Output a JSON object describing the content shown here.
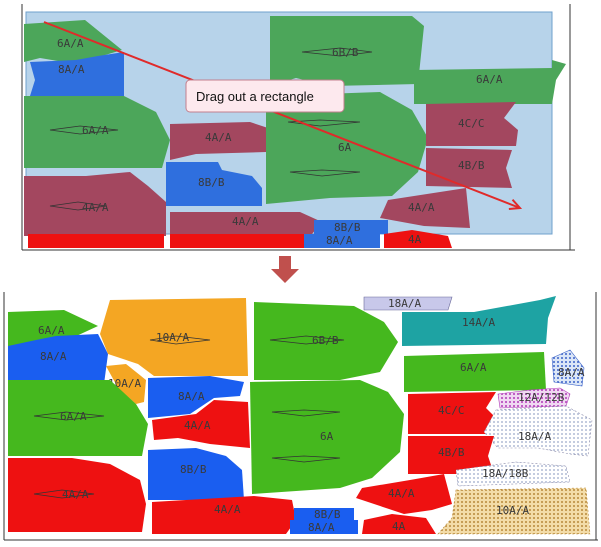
{
  "tooltip": {
    "text": "Drag out a rectangle"
  },
  "colors": {
    "green": "#4ca65a",
    "green_bright": "#45b81e",
    "blue": "#2f6fde",
    "blue_bright": "#1a5ef0",
    "maroon": "#a3475f",
    "red": "#ee1111",
    "orange": "#f4a623",
    "teal": "#1ea3a3",
    "lavender": "#c8c8ea",
    "selection_fill": "#b7d3ea",
    "arrow": "#e02a2a",
    "down_arrow": "#c0504d"
  },
  "top_panel": {
    "pieces": [
      {
        "label": "6A/A",
        "color": "green"
      },
      {
        "label": "8A/A",
        "color": "blue"
      },
      {
        "label": "6B/B",
        "color": "green"
      },
      {
        "label": "6A/A",
        "color": "green"
      },
      {
        "label": "6A/A",
        "color": "green"
      },
      {
        "label": "4A/A",
        "color": "maroon"
      },
      {
        "label": "6A",
        "color": "green"
      },
      {
        "label": "4C/C",
        "color": "maroon"
      },
      {
        "label": "8B/B",
        "color": "blue"
      },
      {
        "label": "4B/B",
        "color": "maroon"
      },
      {
        "label": "4A/A",
        "color": "maroon"
      },
      {
        "label": "4A/A",
        "color": "maroon"
      },
      {
        "label": "4A/A",
        "color": "maroon"
      },
      {
        "label": "8B/B",
        "color": "blue"
      },
      {
        "label": "8A/A",
        "color": "blue"
      },
      {
        "label": "4A",
        "color": "red"
      }
    ]
  },
  "bottom_panel": {
    "pieces": [
      {
        "label": "18A/A",
        "color": "lavender"
      },
      {
        "label": "6A/A",
        "color": "green_bright"
      },
      {
        "label": "10A/A",
        "color": "orange"
      },
      {
        "label": "6B/B",
        "color": "green_bright"
      },
      {
        "label": "14A/A",
        "color": "teal"
      },
      {
        "label": "8A/A",
        "color": "blue_bright"
      },
      {
        "label": "6A/A",
        "color": "green_bright"
      },
      {
        "label": "8A/A",
        "color": "blue_bright"
      },
      {
        "label": "10A/A",
        "color": "orange"
      },
      {
        "label": "6A/A",
        "color": "green_bright"
      },
      {
        "label": "8A/A",
        "color": "blue_bright"
      },
      {
        "label": "12A/12B",
        "color": "lavender"
      },
      {
        "label": "4A/A",
        "color": "red"
      },
      {
        "label": "6A",
        "color": "green_bright"
      },
      {
        "label": "4C/C",
        "color": "red"
      },
      {
        "label": "18A/A",
        "color": "lavender"
      },
      {
        "label": "8B/B",
        "color": "blue_bright"
      },
      {
        "label": "4B/B",
        "color": "red"
      },
      {
        "label": "4A/A",
        "color": "red"
      },
      {
        "label": "18A/18B",
        "color": "lavender"
      },
      {
        "label": "4A/A",
        "color": "red"
      },
      {
        "label": "4A/A",
        "color": "red"
      },
      {
        "label": "10A/A",
        "color": "orange"
      },
      {
        "label": "8B/B",
        "color": "blue_bright"
      },
      {
        "label": "8A/A",
        "color": "blue_bright"
      },
      {
        "label": "4A",
        "color": "red"
      }
    ]
  }
}
